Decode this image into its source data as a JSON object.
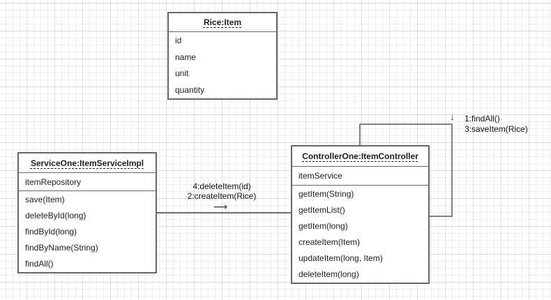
{
  "colors": {
    "background": "#ffffff",
    "grid_minor": "#ececec",
    "grid_major": "#dcdcdc",
    "box_border": "#666666",
    "box_fill": "#ffffff",
    "connector": "#808080",
    "text": "#1c1c1c"
  },
  "diagram": {
    "objects": [
      {
        "title": "Rice:Item",
        "fields": [
          "id",
          "name",
          "unit",
          "quantity"
        ],
        "methods": []
      },
      {
        "title": "ServiceOne:ItemServiceImpl",
        "fields": [
          "itemRepository"
        ],
        "methods": [
          "save(Item)",
          "deleteById(long)",
          "findById(long)",
          "findByName(String)",
          "findAll()"
        ]
      },
      {
        "title": "ControllerOne:ItemController",
        "fields": [
          "itemService"
        ],
        "methods": [
          "getItem(String)",
          "getItemList()",
          "getItem(long)",
          "createItem(Item)",
          "updateItem(long, Item)",
          "deleteItem(long)"
        ]
      }
    ],
    "labels": {
      "call_right_1": "4:deleteItem(id)",
      "call_right_2": "2:createItem(Rice)",
      "right_arrow": "⟶",
      "loop_down_arrow": "↓",
      "loop_label_1": "1:findAll()",
      "loop_label_2": "3:saveItem(Rice)"
    }
  }
}
